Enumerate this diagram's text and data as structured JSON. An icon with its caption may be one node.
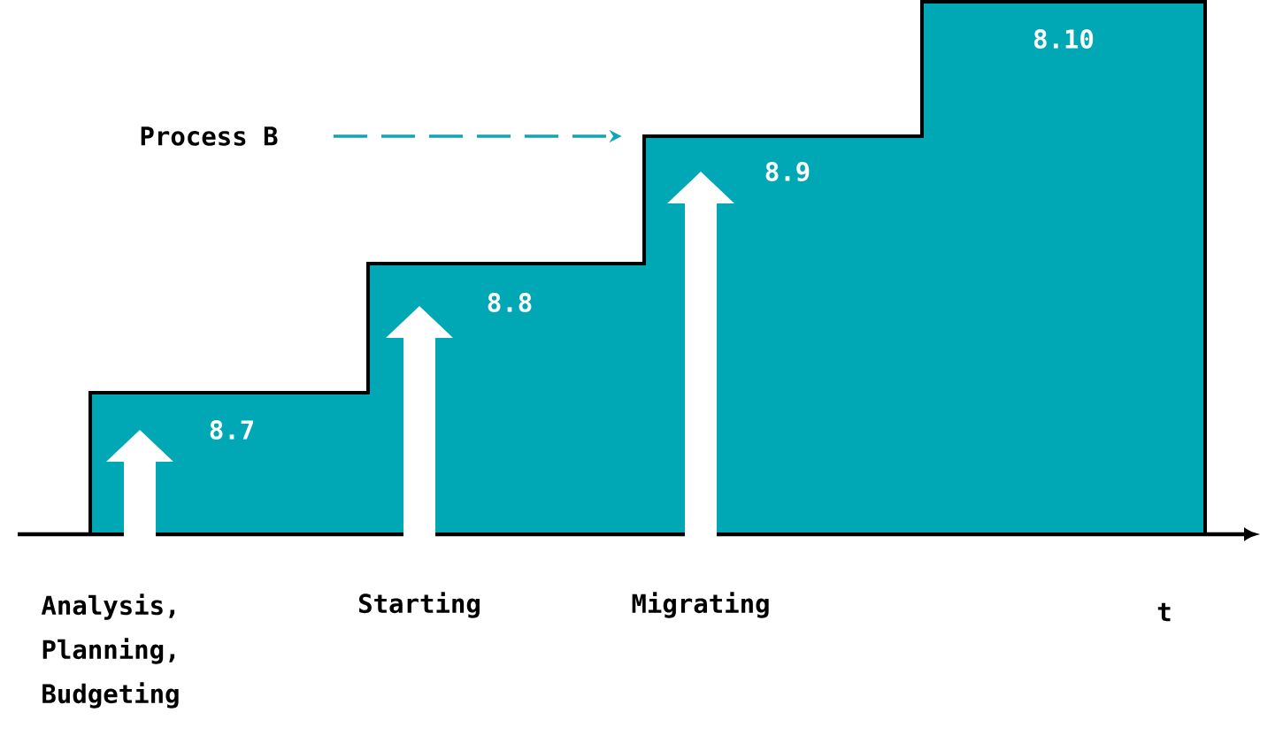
{
  "diagram": {
    "nodes": [
      {
        "text": [
          "Process B"
        ]
      },
      {
        "text": [],
        "shape": "box"
      }
    ],
    "edges": [
      {
        "from": 0,
        "to": 1,
        "arrow": "to",
        "style": "dashed",
        "color": "#13a5b3"
      }
    ],
    "labels": [
      "8.10",
      "8.9",
      "8.8",
      "8.7",
      "Analysis, Planning, Budgeting",
      "Starting",
      "Migrating",
      "t"
    ]
  }
}
